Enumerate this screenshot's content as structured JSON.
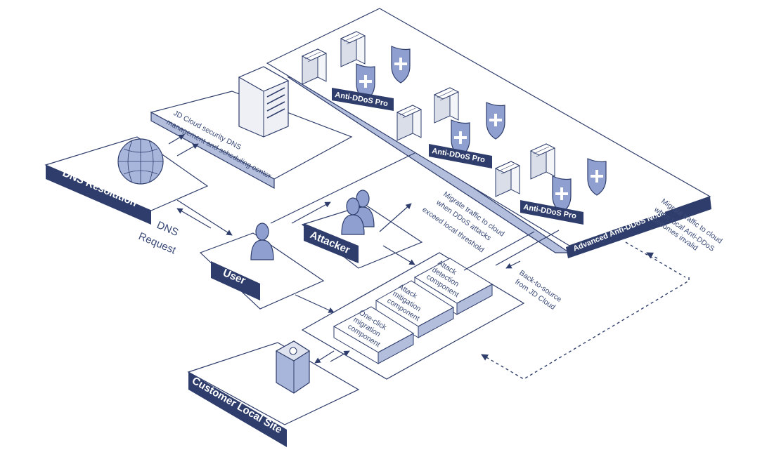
{
  "nodes": {
    "dns_center": "JD Cloud security DNS management and scheduling center",
    "dns_center_line1": "JD Cloud security DNS",
    "dns_center_line2": "management and scheduling center",
    "dns_resolution": "DNS Resolution",
    "dns_request_line1": "DNS",
    "dns_request_line2": "Request",
    "user": "User",
    "attacker": "Attacker",
    "customer_site": "Customer Local Site",
    "advanced_node": "Advanced Anti-DDoS Node",
    "pro_1": "Anti-DDoS Pro",
    "pro_2": "Anti-DDoS Pro",
    "pro_3": "Anti-DDoS Pro"
  },
  "components": {
    "detection_1": "Attack",
    "detection_2": "detection",
    "detection_3": "component",
    "mitigation_1": "Attack",
    "mitigation_2": "mitigation",
    "mitigation_3": "component",
    "migration_1": "One-click",
    "migration_2": "migration",
    "migration_3": "component"
  },
  "annotations": {
    "migrate_threshold_1": "Migrate traffic to cloud",
    "migrate_threshold_2": "when DDoS attacks",
    "migrate_threshold_3": "exceed local threshold",
    "back_to_source_1": "Back-to-source",
    "back_to_source_2": "from JD Cloud",
    "migrate_invalid_1": "Migrate traffic to cloud",
    "migrate_invalid_2": "when local Anti-DDoS",
    "migrate_invalid_3": "becomes invalid"
  },
  "colors": {
    "navy": "#2e3d6b",
    "fill": "#b3bddc",
    "light": "#dfe3ef",
    "accent": "#7f90c4"
  }
}
